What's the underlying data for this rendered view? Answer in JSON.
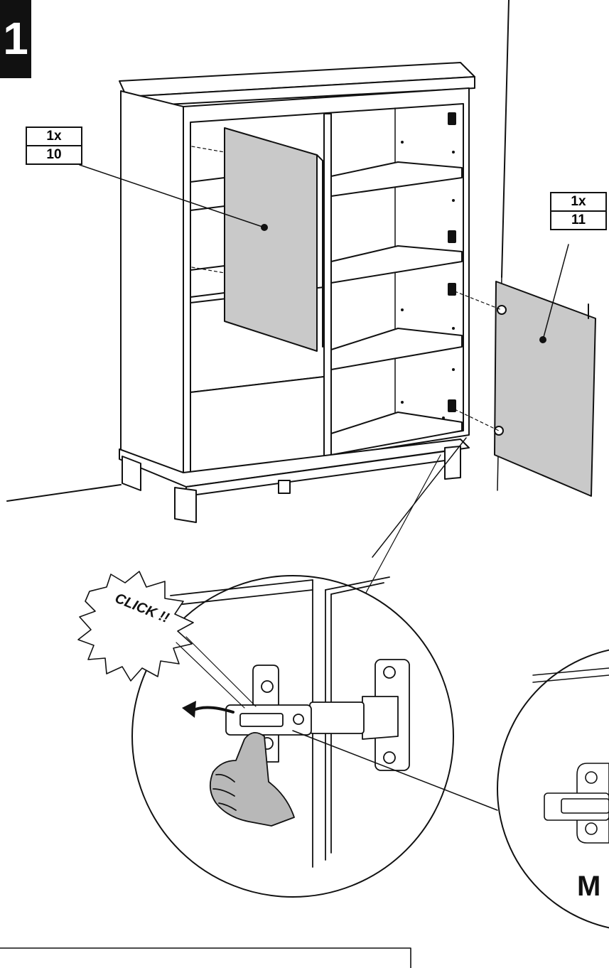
{
  "step": {
    "number": "1"
  },
  "parts": [
    {
      "quantity": "1x",
      "part_number": "10"
    },
    {
      "quantity": "1x",
      "part_number": "11"
    }
  ],
  "callout": {
    "sound": "CLICK !!"
  },
  "detail": {
    "label": "M"
  },
  "colors": {
    "line": "#111111",
    "door_fill": "#c9c9c9",
    "hand_fill": "#b8b8b8"
  }
}
